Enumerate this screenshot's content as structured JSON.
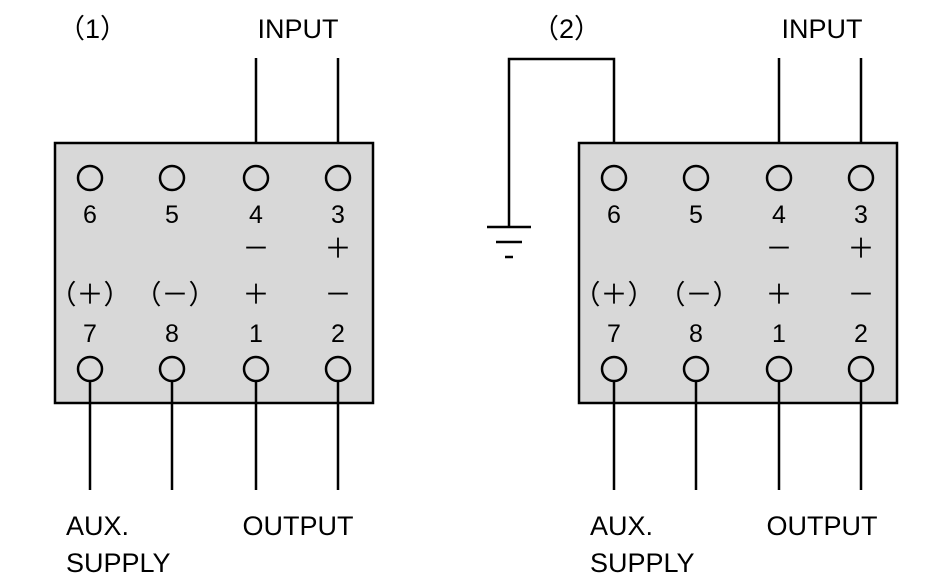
{
  "panel1": {
    "tag": "（1）",
    "input_label": "INPUT",
    "output_label": "OUTPUT",
    "aux_label_line1": "AUX.",
    "aux_label_line2": "SUPPLY",
    "top_terminals": [
      {
        "number": "6",
        "polarity": ""
      },
      {
        "number": "5",
        "polarity": ""
      },
      {
        "number": "4",
        "polarity": "－"
      },
      {
        "number": "3",
        "polarity": "＋"
      }
    ],
    "bottom_terminals": [
      {
        "number": "7",
        "polarity": "（＋）"
      },
      {
        "number": "8",
        "polarity": "（－）"
      },
      {
        "number": "1",
        "polarity": "＋"
      },
      {
        "number": "2",
        "polarity": "－"
      }
    ]
  },
  "panel2": {
    "tag": "（2）",
    "input_label": "INPUT",
    "output_label": "OUTPUT",
    "aux_label_line1": "AUX.",
    "aux_label_line2": "SUPPLY",
    "top_terminals": [
      {
        "number": "6",
        "polarity": ""
      },
      {
        "number": "5",
        "polarity": ""
      },
      {
        "number": "4",
        "polarity": "－"
      },
      {
        "number": "3",
        "polarity": "＋"
      }
    ],
    "bottom_terminals": [
      {
        "number": "7",
        "polarity": "（＋）"
      },
      {
        "number": "8",
        "polarity": "（－）"
      },
      {
        "number": "1",
        "polarity": "＋"
      },
      {
        "number": "2",
        "polarity": "－"
      }
    ],
    "ground_symbol": "ground-icon"
  }
}
